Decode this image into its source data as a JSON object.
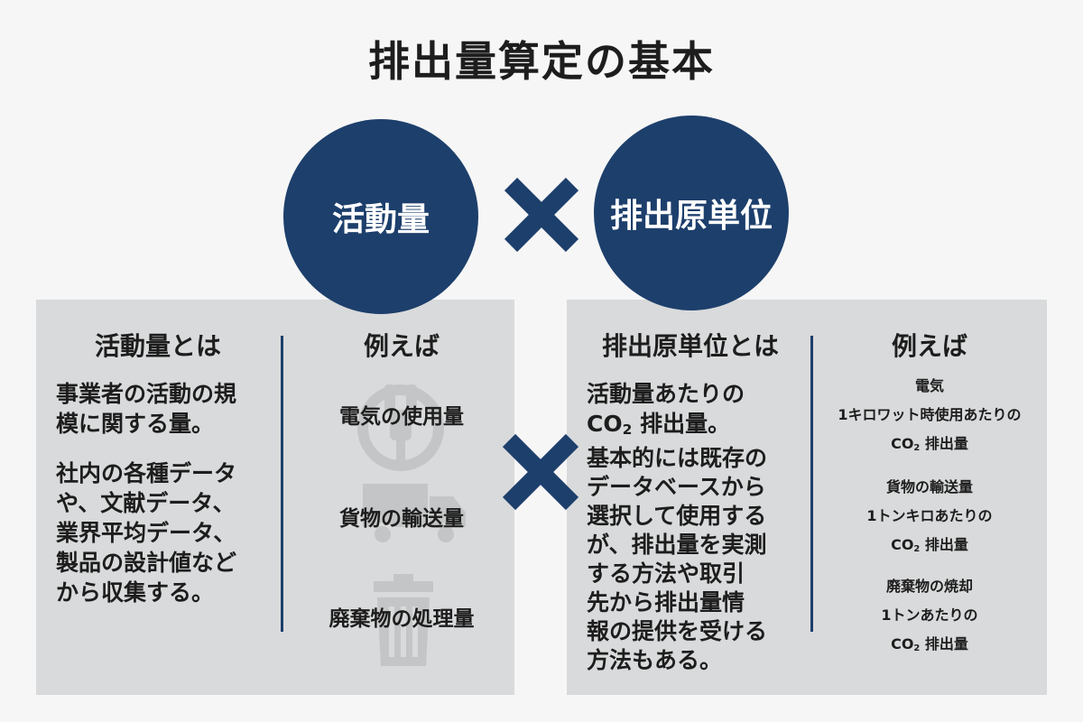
{
  "title": "排出量算定の基本",
  "formula": {
    "left_term": "活動量",
    "operator": "×",
    "right_term": "排出原単位"
  },
  "activity": {
    "heading": "活動量とは",
    "description_1": [
      "事業者の活動の規",
      "模に関する量。"
    ],
    "description_2": [
      "社内の各種データ",
      "や、文献データ、",
      "業界平均データ、",
      "製品の設計値など",
      "から収集する。"
    ],
    "examples_heading": "例えば",
    "examples": [
      "電気の使用量",
      "貨物の輸送量",
      "廃棄物の処理量"
    ]
  },
  "factor": {
    "heading": "排出原単位とは",
    "description_1_line1": "活動量あたりの",
    "co2_prefix": "CO",
    "co2_sub": "2",
    "description_1_line2_suffix": " 排出量。",
    "description_2": [
      "基本的には既存の",
      "データベースから",
      "選択して使用する",
      "が、排出量を実測",
      "する方法や取引",
      "先から排出量情",
      "報の提供を受ける",
      "方法もある。"
    ],
    "examples_heading": "例えば",
    "examples": [
      {
        "name": "電気",
        "unit": "1キロワット時使用あたりの",
        "emission_suffix": " 排出量"
      },
      {
        "name": "貨物の輸送量",
        "unit": "1トンキロあたりの",
        "emission_suffix": " 排出量"
      },
      {
        "name": "廃棄物の焼却",
        "unit": "1トンあたりの",
        "emission_suffix": " 排出量"
      }
    ]
  },
  "colors": {
    "navy": "#1d3f6c",
    "panel_gray": "#d9dadb",
    "background": "#f6f6f6",
    "faint_icon": "#c4c5c6"
  },
  "icons": [
    "power-plug-icon",
    "truck-icon",
    "trash-can-icon",
    "multiply-icon"
  ]
}
